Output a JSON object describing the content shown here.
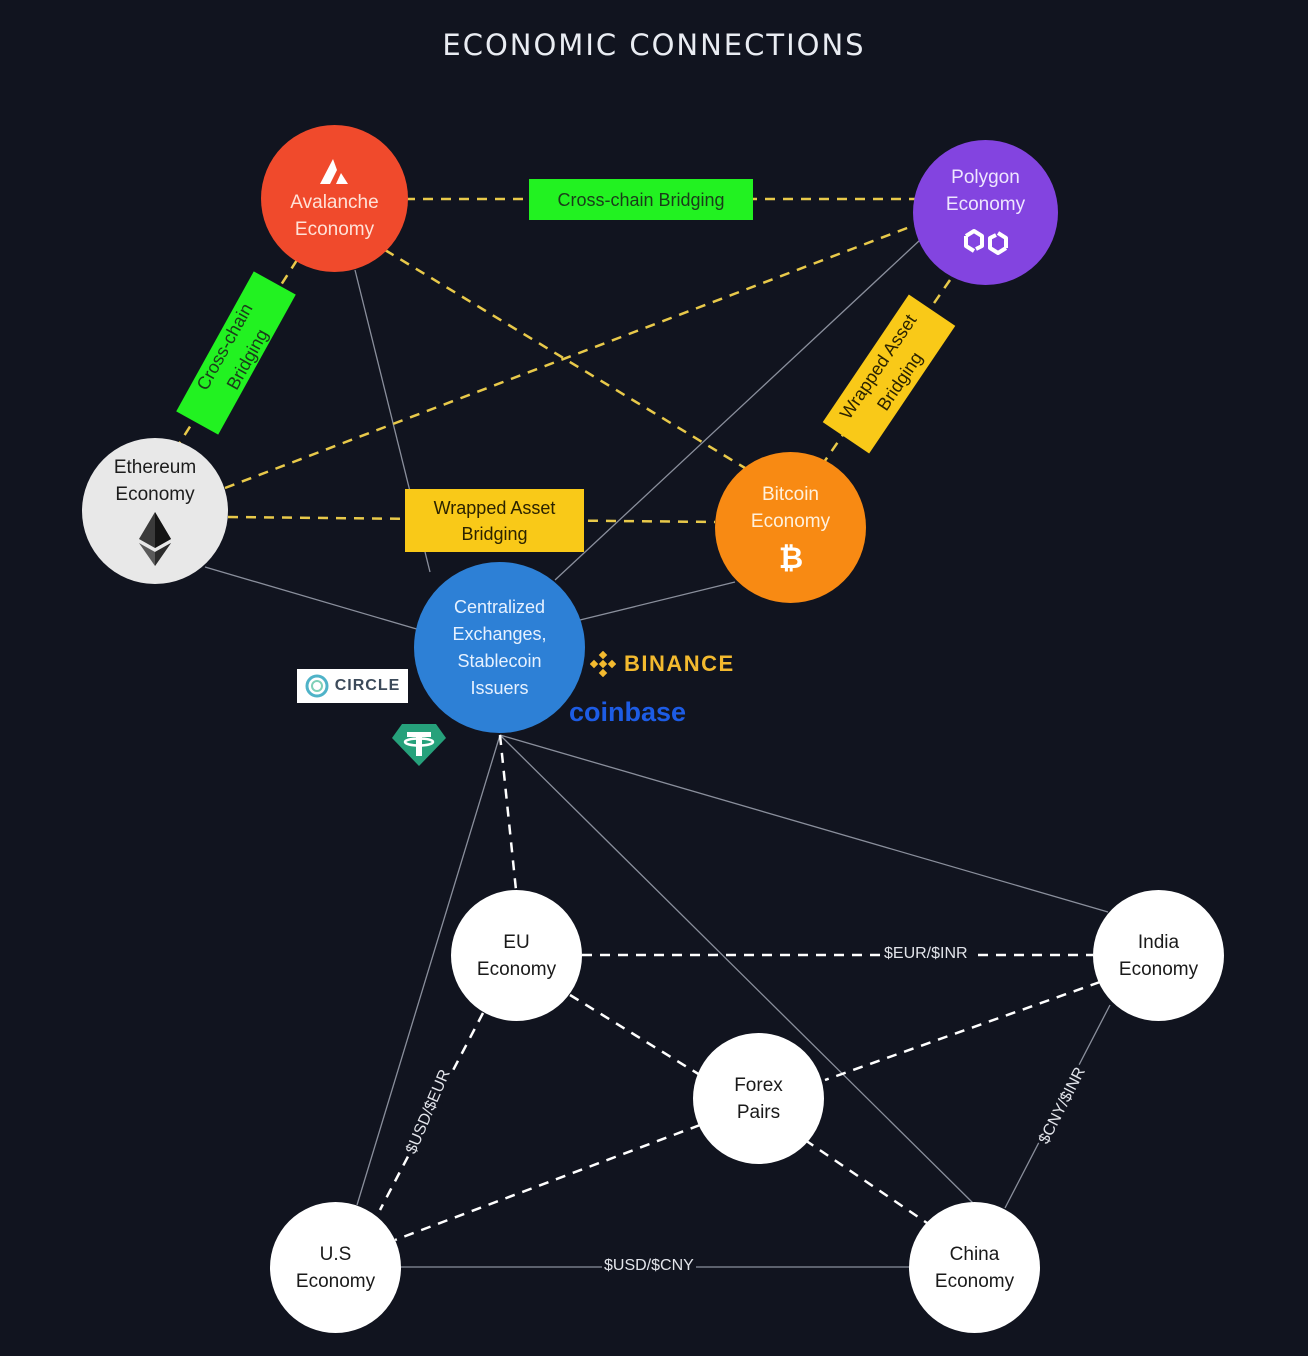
{
  "title": "ECONOMIC CONNECTIONS",
  "nodes": {
    "avalanche": {
      "label": "Avalanche\nEconomy",
      "icon": "avalanche-icon",
      "color": "#f04a2c"
    },
    "polygon": {
      "label": "Polygon\nEconomy",
      "icon": "polygon-icon",
      "color": "#8344e0"
    },
    "ethereum": {
      "label": "Ethereum\nEconomy",
      "icon": "ethereum-icon",
      "color": "#e8e8e8"
    },
    "bitcoin": {
      "label": "Bitcoin\nEconomy",
      "icon": "bitcoin-icon",
      "color": "#f88a13"
    },
    "exchanges": {
      "label": "Centralized\nExchanges,\nStablecoin\nIssuers",
      "color": "#2d80d6"
    },
    "eu": {
      "label": "EU\nEconomy"
    },
    "india": {
      "label": "India\nEconomy"
    },
    "forex": {
      "label": "Forex\nPairs"
    },
    "us": {
      "label": "U.S\nEconomy"
    },
    "china": {
      "label": "China\nEconomy"
    }
  },
  "tags": {
    "cross_chain_top": "Cross-chain Bridging",
    "cross_chain_left": "Cross-chain\nBridging",
    "wrapped_right": "Wrapped Asset\nBridging",
    "wrapped_center": "Wrapped Asset\nBridging"
  },
  "edge_labels": {
    "eur_inr": "$EUR/$INR",
    "usd_eur": "$USD/$EUR",
    "cny_inr": "$CNY/$INR",
    "usd_cny": "$USD/$CNY"
  },
  "logos": {
    "circle": "CIRCLE",
    "binance": "BINANCE",
    "coinbase": "coinbase",
    "tether": "tether-icon"
  },
  "colors": {
    "background": "#11141f",
    "crypto_dash": "#e8c94a",
    "fiat_dash": "#ffffff",
    "thin_line": "#8a8f9c"
  }
}
